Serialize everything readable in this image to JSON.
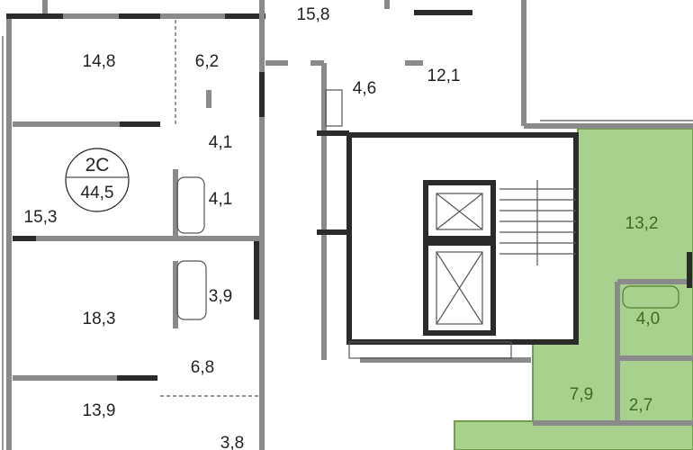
{
  "title": "Floor plan",
  "colors": {
    "highlight": "#a9d18e",
    "highlight_text": "#3d6b1f",
    "wall": "#8a8a8a",
    "structural_wall": "#2b2b2b"
  },
  "apartment_badge": {
    "type": "2С",
    "total_area": "44,5"
  },
  "rooms": {
    "r148": "14,8",
    "r62": "6,2",
    "r41a": "4,1",
    "r153": "15,3",
    "r41b": "4,1",
    "r183": "18,3",
    "r39": "3,9",
    "r68": "6,8",
    "r139": "13,9",
    "r38": "3,8",
    "r158": "15,8",
    "r46": "4,6",
    "r121": "12,1",
    "r132": "13,2",
    "r40": "4,0",
    "r79": "7,9",
    "r27": "2,7"
  }
}
